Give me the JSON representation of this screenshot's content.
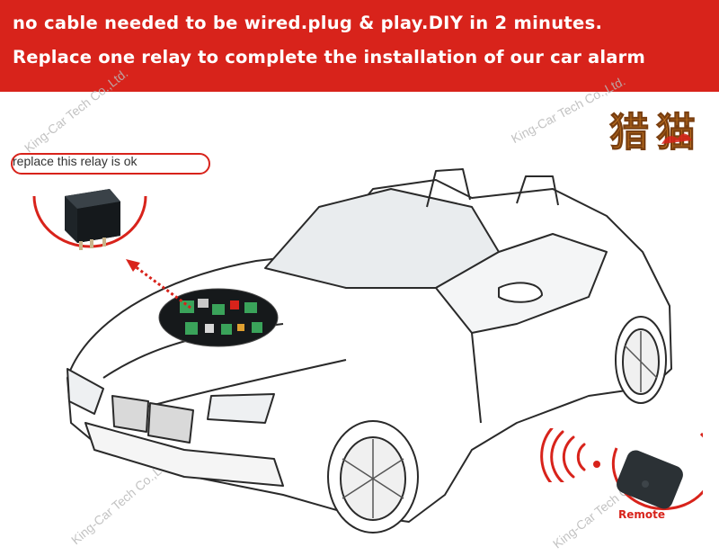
{
  "banner": {
    "line1": "no cable needed to be wired.plug & play.DIY in 2 minutes.",
    "line2": "Replace one relay to complete the installation of our car alarm"
  },
  "callout": {
    "label": "replace this relay is ok"
  },
  "remote": {
    "label": "Remote"
  },
  "watermarks": [
    "King-Car Tech Co.,Ltd.",
    "King-Car Tech Co.,Ltd.",
    "King-Car Tech Co.,Ltd.",
    "King-Car Tech Co.,Ltd."
  ],
  "logo": {
    "text": "猎猫",
    "icon": "cat-logo"
  },
  "colors": {
    "banner": "#d8231b",
    "accent": "#d8231b",
    "relay": "#1e2428"
  }
}
